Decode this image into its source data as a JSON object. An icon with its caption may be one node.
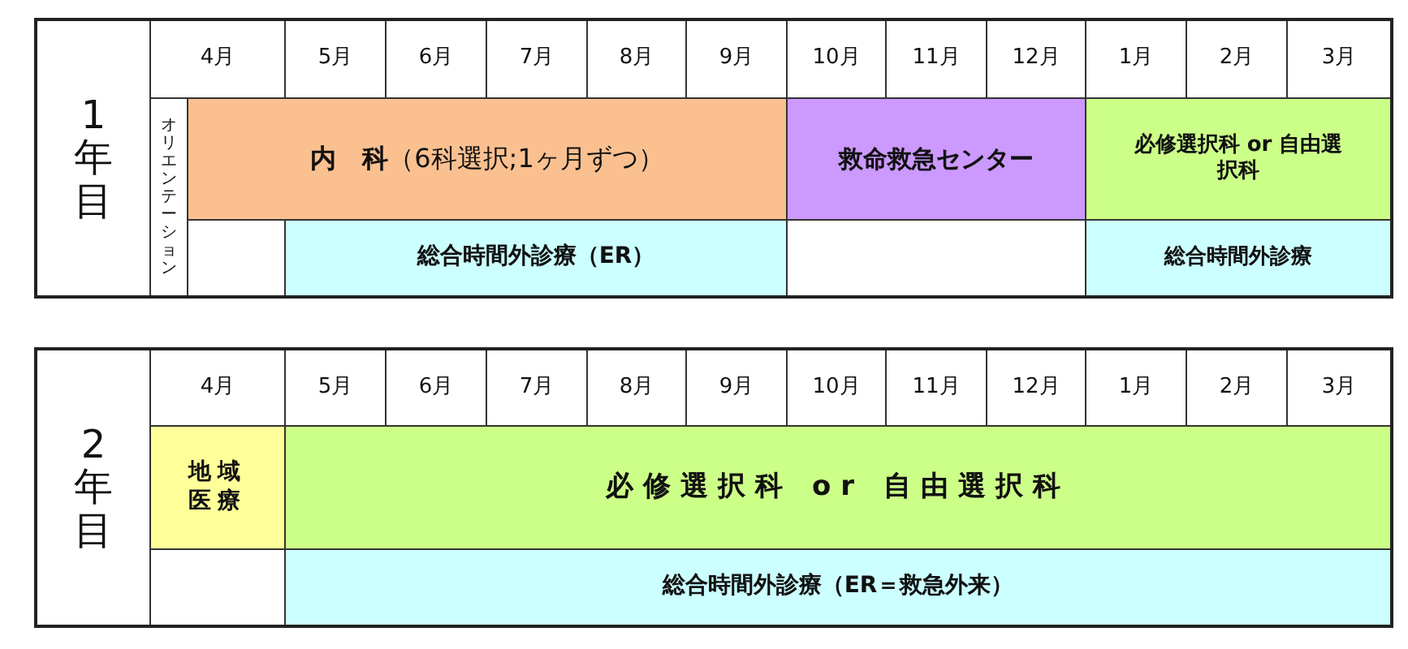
{
  "diagram": {
    "nodes": [
      {
        "text": [
          "オリエンテーション"
        ]
      },
      {
        "text": [
          "**内　科**（6科選択;1ヶ月ずつ）"
        ]
      },
      {
        "text": [
          "救命救急センター"
        ]
      },
      {
        "text": [
          "必修選択科 or 自由選択科"
        ]
      },
      {
        "text": [
          "総合時間外診療（ER）"
        ]
      },
      {
        "text": [
          "総合時間外診療"
        ]
      },
      {
        "text": [
          "地域医療"
        ]
      },
      {
        "text": [
          "必修選択科 or 自由選択科"
        ]
      },
      {
        "text": [
          "総合時間外診療（ER＝救急外来）"
        ]
      }
    ],
    "labels": [
      "1年目",
      "4月",
      "5月",
      "6月",
      "7月",
      "8月",
      "9月",
      "10月",
      "11月",
      "12月",
      "1月",
      "2月",
      "3月",
      "2年目",
      "4月",
      "5月",
      "6月",
      "7月",
      "8月",
      "9月",
      "10月",
      "11月",
      "12月",
      "1月",
      "2月",
      "3月"
    ]
  }
}
